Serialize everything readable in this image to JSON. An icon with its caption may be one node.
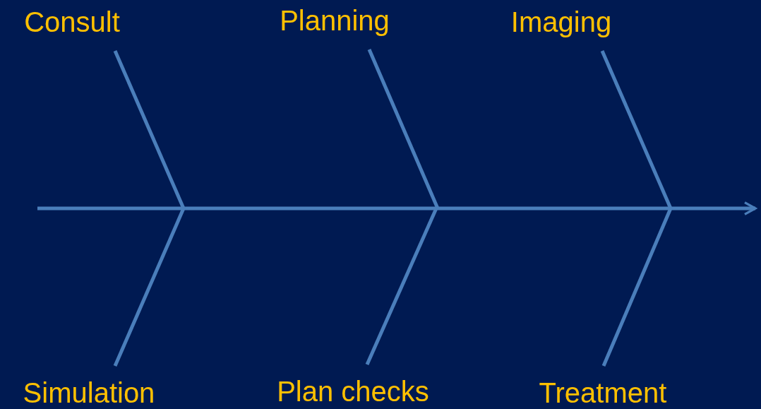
{
  "diagram": {
    "nodes": [
      {
        "text": [
          "Consult"
        ]
      },
      {
        "text": [
          "Planning"
        ]
      },
      {
        "text": [
          "Imaging"
        ]
      },
      {
        "text": [
          "Simulation"
        ]
      },
      {
        "text": [
          "Plan checks"
        ]
      },
      {
        "text": [
          "Treatment"
        ]
      }
    ],
    "edges": [
      {
        "from": 0,
        "to": null,
        "arrow": "none"
      },
      {
        "from": 1,
        "to": null,
        "arrow": "none"
      },
      {
        "from": 2,
        "to": null,
        "arrow": "none"
      },
      {
        "from": 3,
        "to": null,
        "arrow": "none"
      },
      {
        "from": 4,
        "to": null,
        "arrow": "none"
      },
      {
        "from": 5,
        "to": null,
        "arrow": "none"
      }
    ]
  }
}
